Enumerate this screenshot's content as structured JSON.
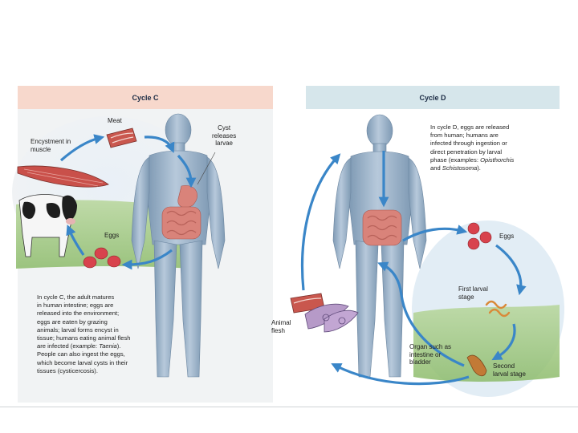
{
  "cycle_c": {
    "title": "Cycle C",
    "labels": {
      "meat": "Meat",
      "cyst": [
        "Cyst",
        "releases",
        "larvae"
      ],
      "encystment": [
        "Encystment in",
        "muscle"
      ],
      "eggs": "Eggs"
    },
    "description": [
      "In cycle C, the adult matures",
      "in human intestine; eggs are",
      "released into the environment;",
      "eggs are eaten by grazing",
      "animals; larval forms encyst in",
      "tissue; humans eating animal flesh",
      "are infected (example: ",
      "Taenia",
      ").",
      "People can also ingest the eggs,",
      "which become larval cysts in their",
      "tissues (cysticercosis)."
    ]
  },
  "cycle_d": {
    "title": "Cycle D",
    "description": [
      "In cycle D, eggs are released",
      "from human; humans are",
      "infected through ingestion or",
      "direct penetration by larval",
      "phase (examples: ",
      "Opisthorchis",
      "and ",
      "Schistosoma",
      ")."
    ],
    "labels": {
      "eggs": "Eggs",
      "first_larval": [
        "First larval",
        "stage"
      ],
      "animal_flesh": [
        "Animal",
        "flesh"
      ],
      "organ": [
        "Organ such as",
        "intestine or",
        "bladder"
      ],
      "second_larval": [
        "Second",
        "larval stage"
      ]
    }
  },
  "colors": {
    "arrow": "#3a86c8",
    "body": "#8fa9c2",
    "muscle": "#c9504a",
    "egg": "#d8434d",
    "intestine": "#d9837a",
    "grass": "#9bc478",
    "sky": "#dbe8f3"
  }
}
